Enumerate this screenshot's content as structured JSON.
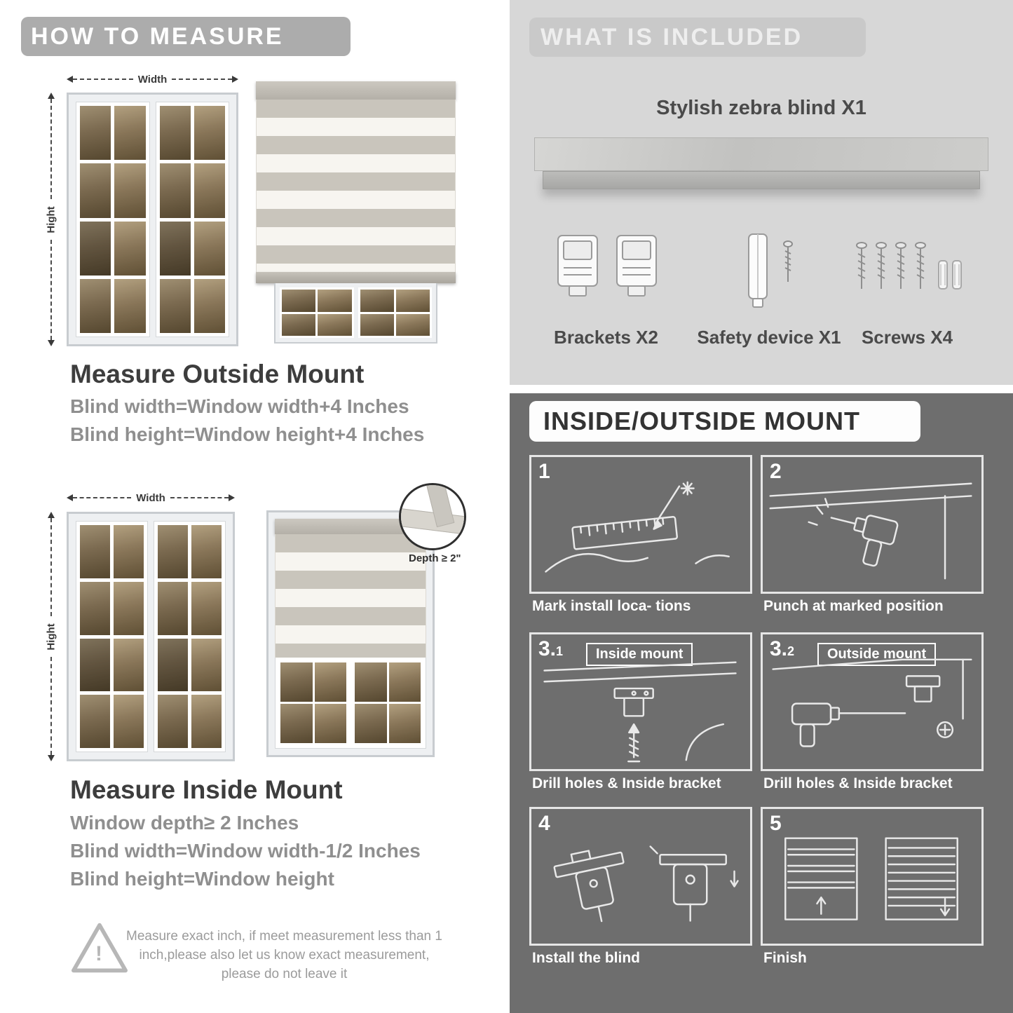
{
  "left": {
    "banner": "HOW TO MEASURE",
    "outside": {
      "width_label": "Width",
      "height_label": "Hight",
      "title": "Measure Outside Mount",
      "lines": [
        "Blind width=Window width+4 Inches",
        "Blind height=Window height+4 Inches"
      ]
    },
    "inside": {
      "width_label": "Width",
      "height_label": "Hight",
      "depth_label": "Depth ≥ 2\"",
      "title": "Measure Inside Mount",
      "lines": [
        "Window depth≥ 2 Inches",
        "Blind width=Window width-1/2 Inches",
        "Blind height=Window height"
      ]
    },
    "warning": {
      "mark": "!",
      "text": "Measure exact inch, if meet measurement less than 1 inch,please also let us know exact measurement, please do not leave it"
    }
  },
  "included": {
    "banner": "WHAT IS INCLUDED",
    "blind_label": "Stylish zebra blind X1",
    "item_labels": [
      "Brackets X2",
      "Safety device X1",
      "Screws X4"
    ]
  },
  "mount": {
    "banner": "INSIDE/OUTSIDE MOUNT",
    "steps": [
      {
        "num": "1",
        "sub": "",
        "tag": "",
        "caption": "Mark install loca- tions"
      },
      {
        "num": "2",
        "sub": "",
        "tag": "",
        "caption": "Punch at  marked position"
      },
      {
        "num": "3.",
        "sub": "1",
        "tag": "Inside mount",
        "caption": "Drill holes &  Inside bracket"
      },
      {
        "num": "3.",
        "sub": "2",
        "tag": "Outside mount",
        "caption": "Drill holes &  Inside bracket"
      },
      {
        "num": "4",
        "sub": "",
        "tag": "",
        "caption": "Install the blind"
      },
      {
        "num": "5",
        "sub": "",
        "tag": "",
        "caption": "Finish"
      }
    ]
  }
}
